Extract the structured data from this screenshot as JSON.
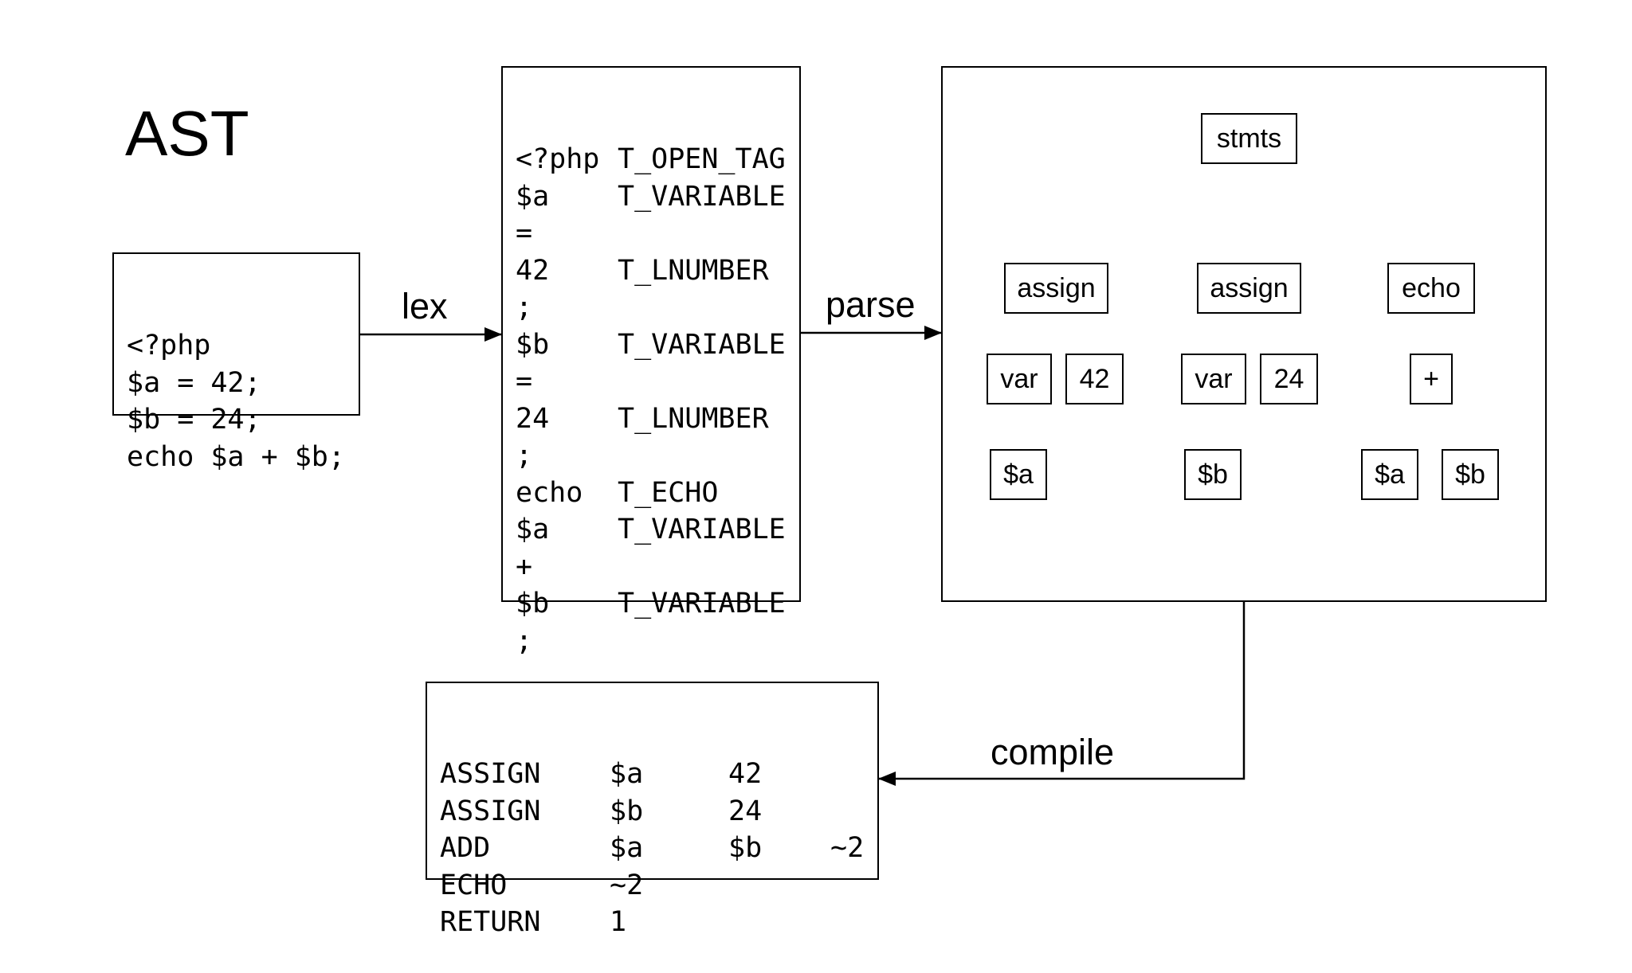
{
  "title": "AST",
  "source": {
    "lines": [
      "<?php",
      "$a = 42;",
      "$b = 24;",
      "echo $a + $b;"
    ]
  },
  "edges": {
    "lex": "lex",
    "parse": "parse",
    "compile": "compile"
  },
  "tokens": [
    {
      "text": "<?php",
      "type": "T_OPEN_TAG"
    },
    {
      "text": "$a",
      "type": "T_VARIABLE"
    },
    {
      "text": "=",
      "type": ""
    },
    {
      "text": "42",
      "type": "T_LNUMBER"
    },
    {
      "text": ";",
      "type": ""
    },
    {
      "text": "$b",
      "type": "T_VARIABLE"
    },
    {
      "text": "=",
      "type": ""
    },
    {
      "text": "24",
      "type": "T_LNUMBER"
    },
    {
      "text": ";",
      "type": ""
    },
    {
      "text": "echo",
      "type": "T_ECHO"
    },
    {
      "text": "$a",
      "type": "T_VARIABLE"
    },
    {
      "text": "+",
      "type": ""
    },
    {
      "text": "$b",
      "type": "T_VARIABLE"
    },
    {
      "text": ";",
      "type": ""
    }
  ],
  "ast": {
    "root": "stmts",
    "assign1": "assign",
    "assign2": "assign",
    "echo": "echo",
    "var1": "var",
    "num1": "42",
    "var2": "var",
    "num2": "24",
    "plus": "+",
    "a1": "$a",
    "b1": "$b",
    "a2": "$a",
    "b2": "$b"
  },
  "opcodes": [
    {
      "op": "ASSIGN",
      "arg1": "$a",
      "arg2": "42",
      "result": ""
    },
    {
      "op": "ASSIGN",
      "arg1": "$b",
      "arg2": "24",
      "result": ""
    },
    {
      "op": "ADD",
      "arg1": "$a",
      "arg2": "$b",
      "result": "~2"
    },
    {
      "op": "ECHO",
      "arg1": "~2",
      "arg2": "",
      "result": ""
    },
    {
      "op": "RETURN",
      "arg1": "1",
      "arg2": "",
      "result": ""
    }
  ]
}
